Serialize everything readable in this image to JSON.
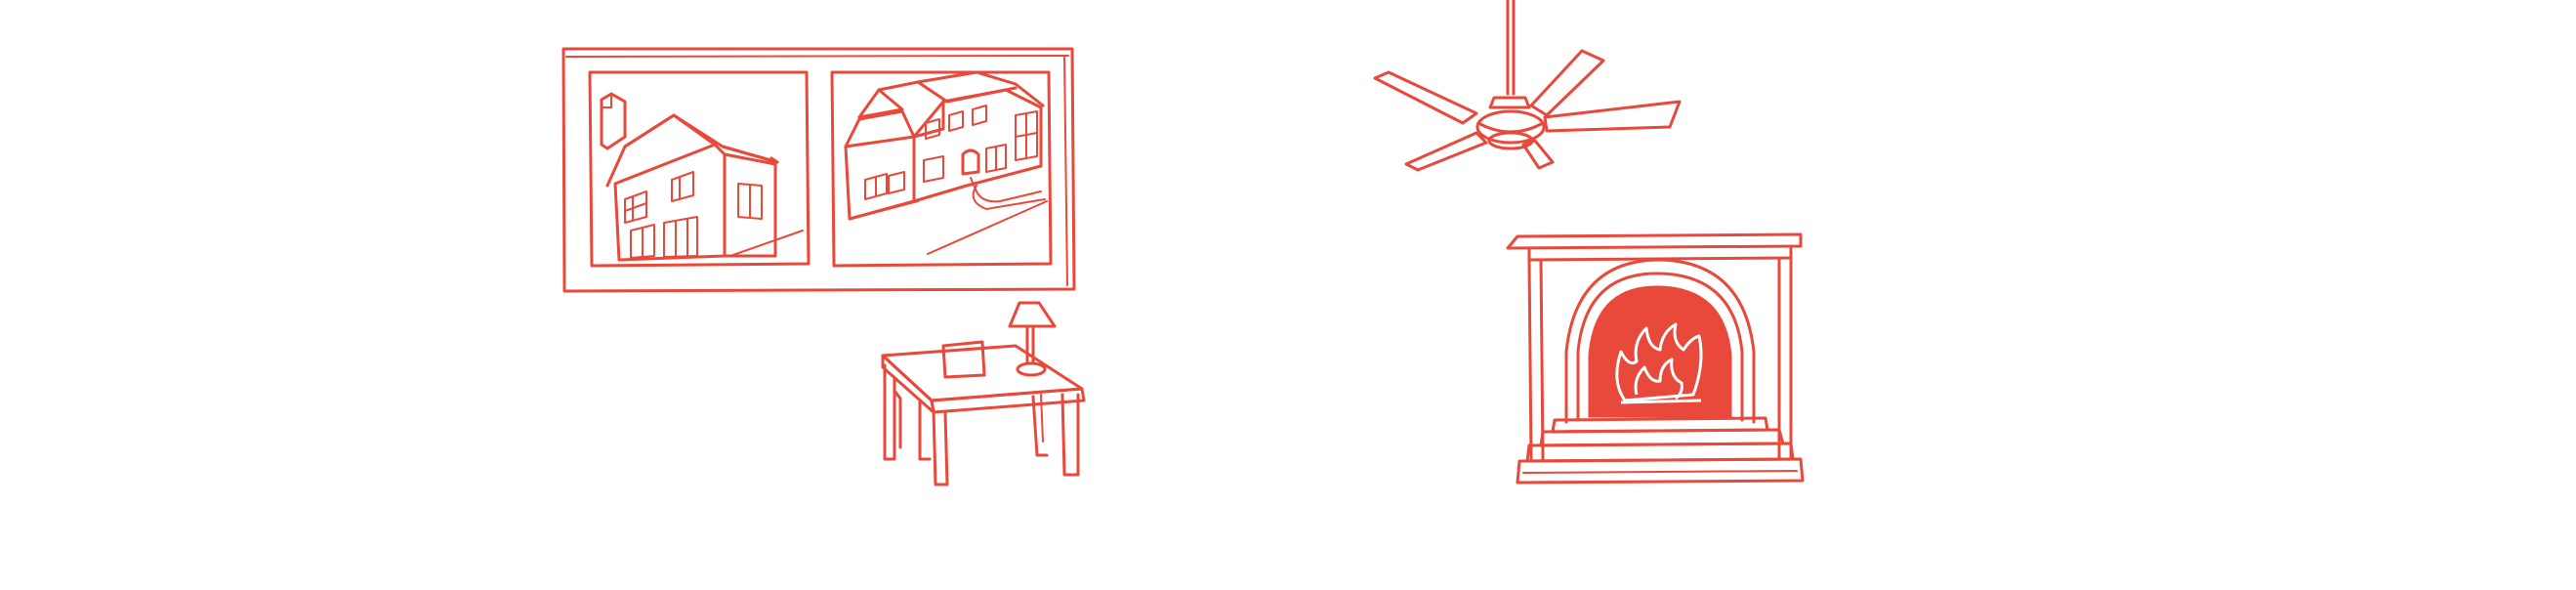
{
  "style": {
    "ink_color": "#e8493a",
    "fill_color": "#e8493a",
    "background": "#ffffff",
    "flame_color": "#ffffff"
  },
  "illustration": {
    "items": [
      {
        "name": "framed-house-pictures",
        "icon": "picture-frame-icon"
      },
      {
        "name": "writing-desk-with-lamp",
        "icon": "desk-icon"
      },
      {
        "name": "ceiling-fan",
        "icon": "ceiling-fan-icon"
      },
      {
        "name": "fireplace",
        "icon": "fireplace-icon"
      }
    ]
  }
}
